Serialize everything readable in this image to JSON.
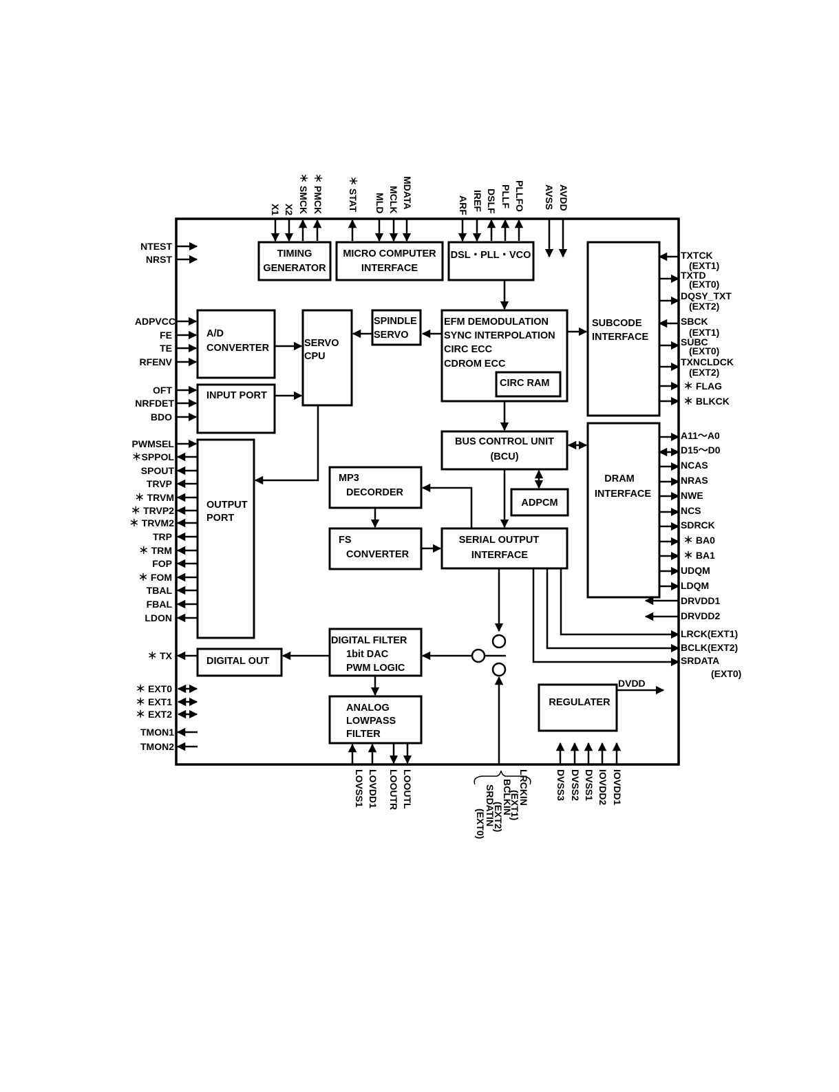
{
  "blocks": {
    "timing": [
      "TIMING",
      "GENERATOR"
    ],
    "micro": [
      "MICRO COMPUTER",
      "INTERFACE"
    ],
    "dsl": [
      "DSL・PLL・VCO"
    ],
    "subcode": [
      "SUBCODE",
      "INTERFACE"
    ],
    "ad": [
      "A/D",
      "CONVERTER"
    ],
    "servo": [
      "SERVO",
      "CPU"
    ],
    "spindle": [
      "SPINDLE",
      "SERVO"
    ],
    "efm": [
      "EFM DEMODULATION",
      "SYNC INTERPOLATION",
      "CIRC ECC",
      "CDROM ECC"
    ],
    "circ_ram": [
      "CIRC RAM"
    ],
    "input_port": [
      "INPUT PORT"
    ],
    "bcu": [
      "BUS CONTROL UNIT",
      "(BCU)"
    ],
    "dram": [
      "DRAM",
      "INTERFACE"
    ],
    "output_port": [
      "OUTPUT",
      "PORT"
    ],
    "mp3": [
      "MP3",
      "DECORDER"
    ],
    "adpcm": [
      "ADPCM"
    ],
    "fs": [
      "FS",
      "CONVERTER"
    ],
    "serial": [
      "SERIAL OUTPUT",
      "INTERFACE"
    ],
    "digital_filter": [
      "DIGITAL FILTER",
      "1bit DAC",
      "PWM LOGIC"
    ],
    "digital_out": [
      "DIGITAL OUT"
    ],
    "analog": [
      "ANALOG",
      "LOWPASS",
      "FILTER"
    ],
    "regulater": [
      "REGULATER"
    ]
  },
  "pins_top": [
    "X1",
    "X2",
    "＊ SMCK",
    "＊ PMCK",
    "＊ STAT",
    "MLD",
    "MCLK",
    "MDATA",
    "ARF",
    "IREF",
    "DSLF",
    "PLLF",
    "PLLFO",
    "AVSS",
    "AVDD"
  ],
  "pins_left": [
    "NTEST",
    "NRST",
    "ADPVCC",
    "FE",
    "TE",
    "RFENV",
    "OFT",
    "NRFDET",
    "BDO",
    "PWMSEL",
    "＊SPPOL",
    "SPOUT",
    "TRVP",
    "＊ TRVM",
    "＊ TRVP2",
    "＊ TRVM2",
    "TRP",
    "＊ TRM",
    "FOP",
    "＊ FOM",
    "TBAL",
    "FBAL",
    "LDON",
    "＊ TX",
    "＊ EXT0",
    "＊ EXT1",
    "＊ EXT2",
    "TMON1",
    "TMON2"
  ],
  "pins_right": [
    "TXTCK",
    "(EXT1)",
    "TXTD",
    "(EXT0)",
    "DQSY_TXT",
    "(EXT2)",
    "SBCK",
    "(EXT1)",
    "SUBC",
    "(EXT0)",
    "TXNCLDCK",
    "(EXT2)",
    "＊ FLAG",
    "＊ BLKCK",
    "A11～A0",
    "D15～D0",
    "NCAS",
    "NRAS",
    "NWE",
    "NCS",
    "SDRCK",
    "＊ BA0",
    "＊ BA1",
    "UDQM",
    "LDQM",
    "DRVDD1",
    "DRVDD2",
    "LRCK(EXT1)",
    "BCLK(EXT2)",
    "SRDATA",
    "(EXT0)",
    "DVDD"
  ],
  "pins_bottom": [
    "LOVSS1",
    "LOVDD1",
    "LOOUTR",
    "LOOUTL",
    "LRCKIN",
    "(EXT1)",
    "BCLKIN",
    "(EXT2)",
    "SRDATIN",
    "(EXT0)",
    "DVSS3",
    "DVSS2",
    "DVSS1",
    "IOVDD2",
    "IOVDD1"
  ]
}
